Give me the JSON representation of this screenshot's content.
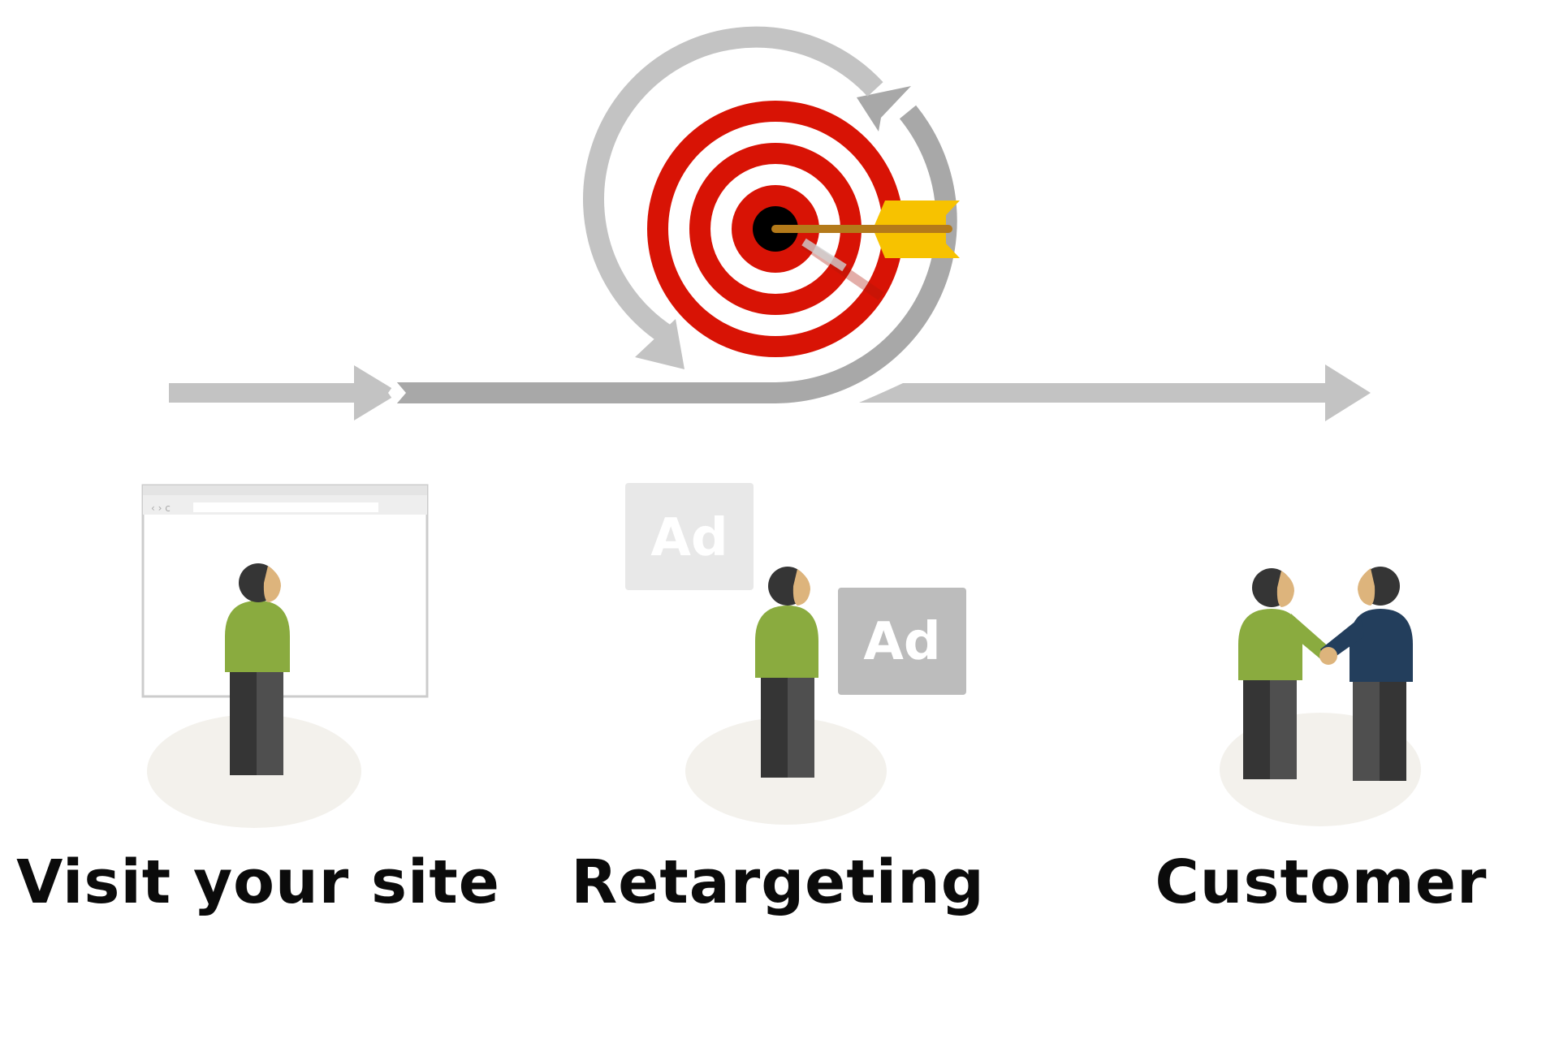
{
  "steps": [
    {
      "label": "Visit your site"
    },
    {
      "label": "Retargeting"
    },
    {
      "label": "Customer"
    }
  ],
  "ads": [
    {
      "text": "Ad"
    },
    {
      "text": "Ad"
    }
  ],
  "colors": {
    "arrow_light": "#c3c3c3",
    "arrow_mid": "#a8a8a8",
    "target_red": "#d81305",
    "shirt_green": "#8aab3f",
    "shirt_navy": "#233e5c",
    "skin": "#ddb47c",
    "dart_yellow": "#f7c200",
    "ground": "#f3f1ec"
  },
  "icons": [
    "target-icon",
    "dart-icon",
    "browser-window-icon",
    "person-icon",
    "ad-card-icon",
    "handshake-icon"
  ]
}
